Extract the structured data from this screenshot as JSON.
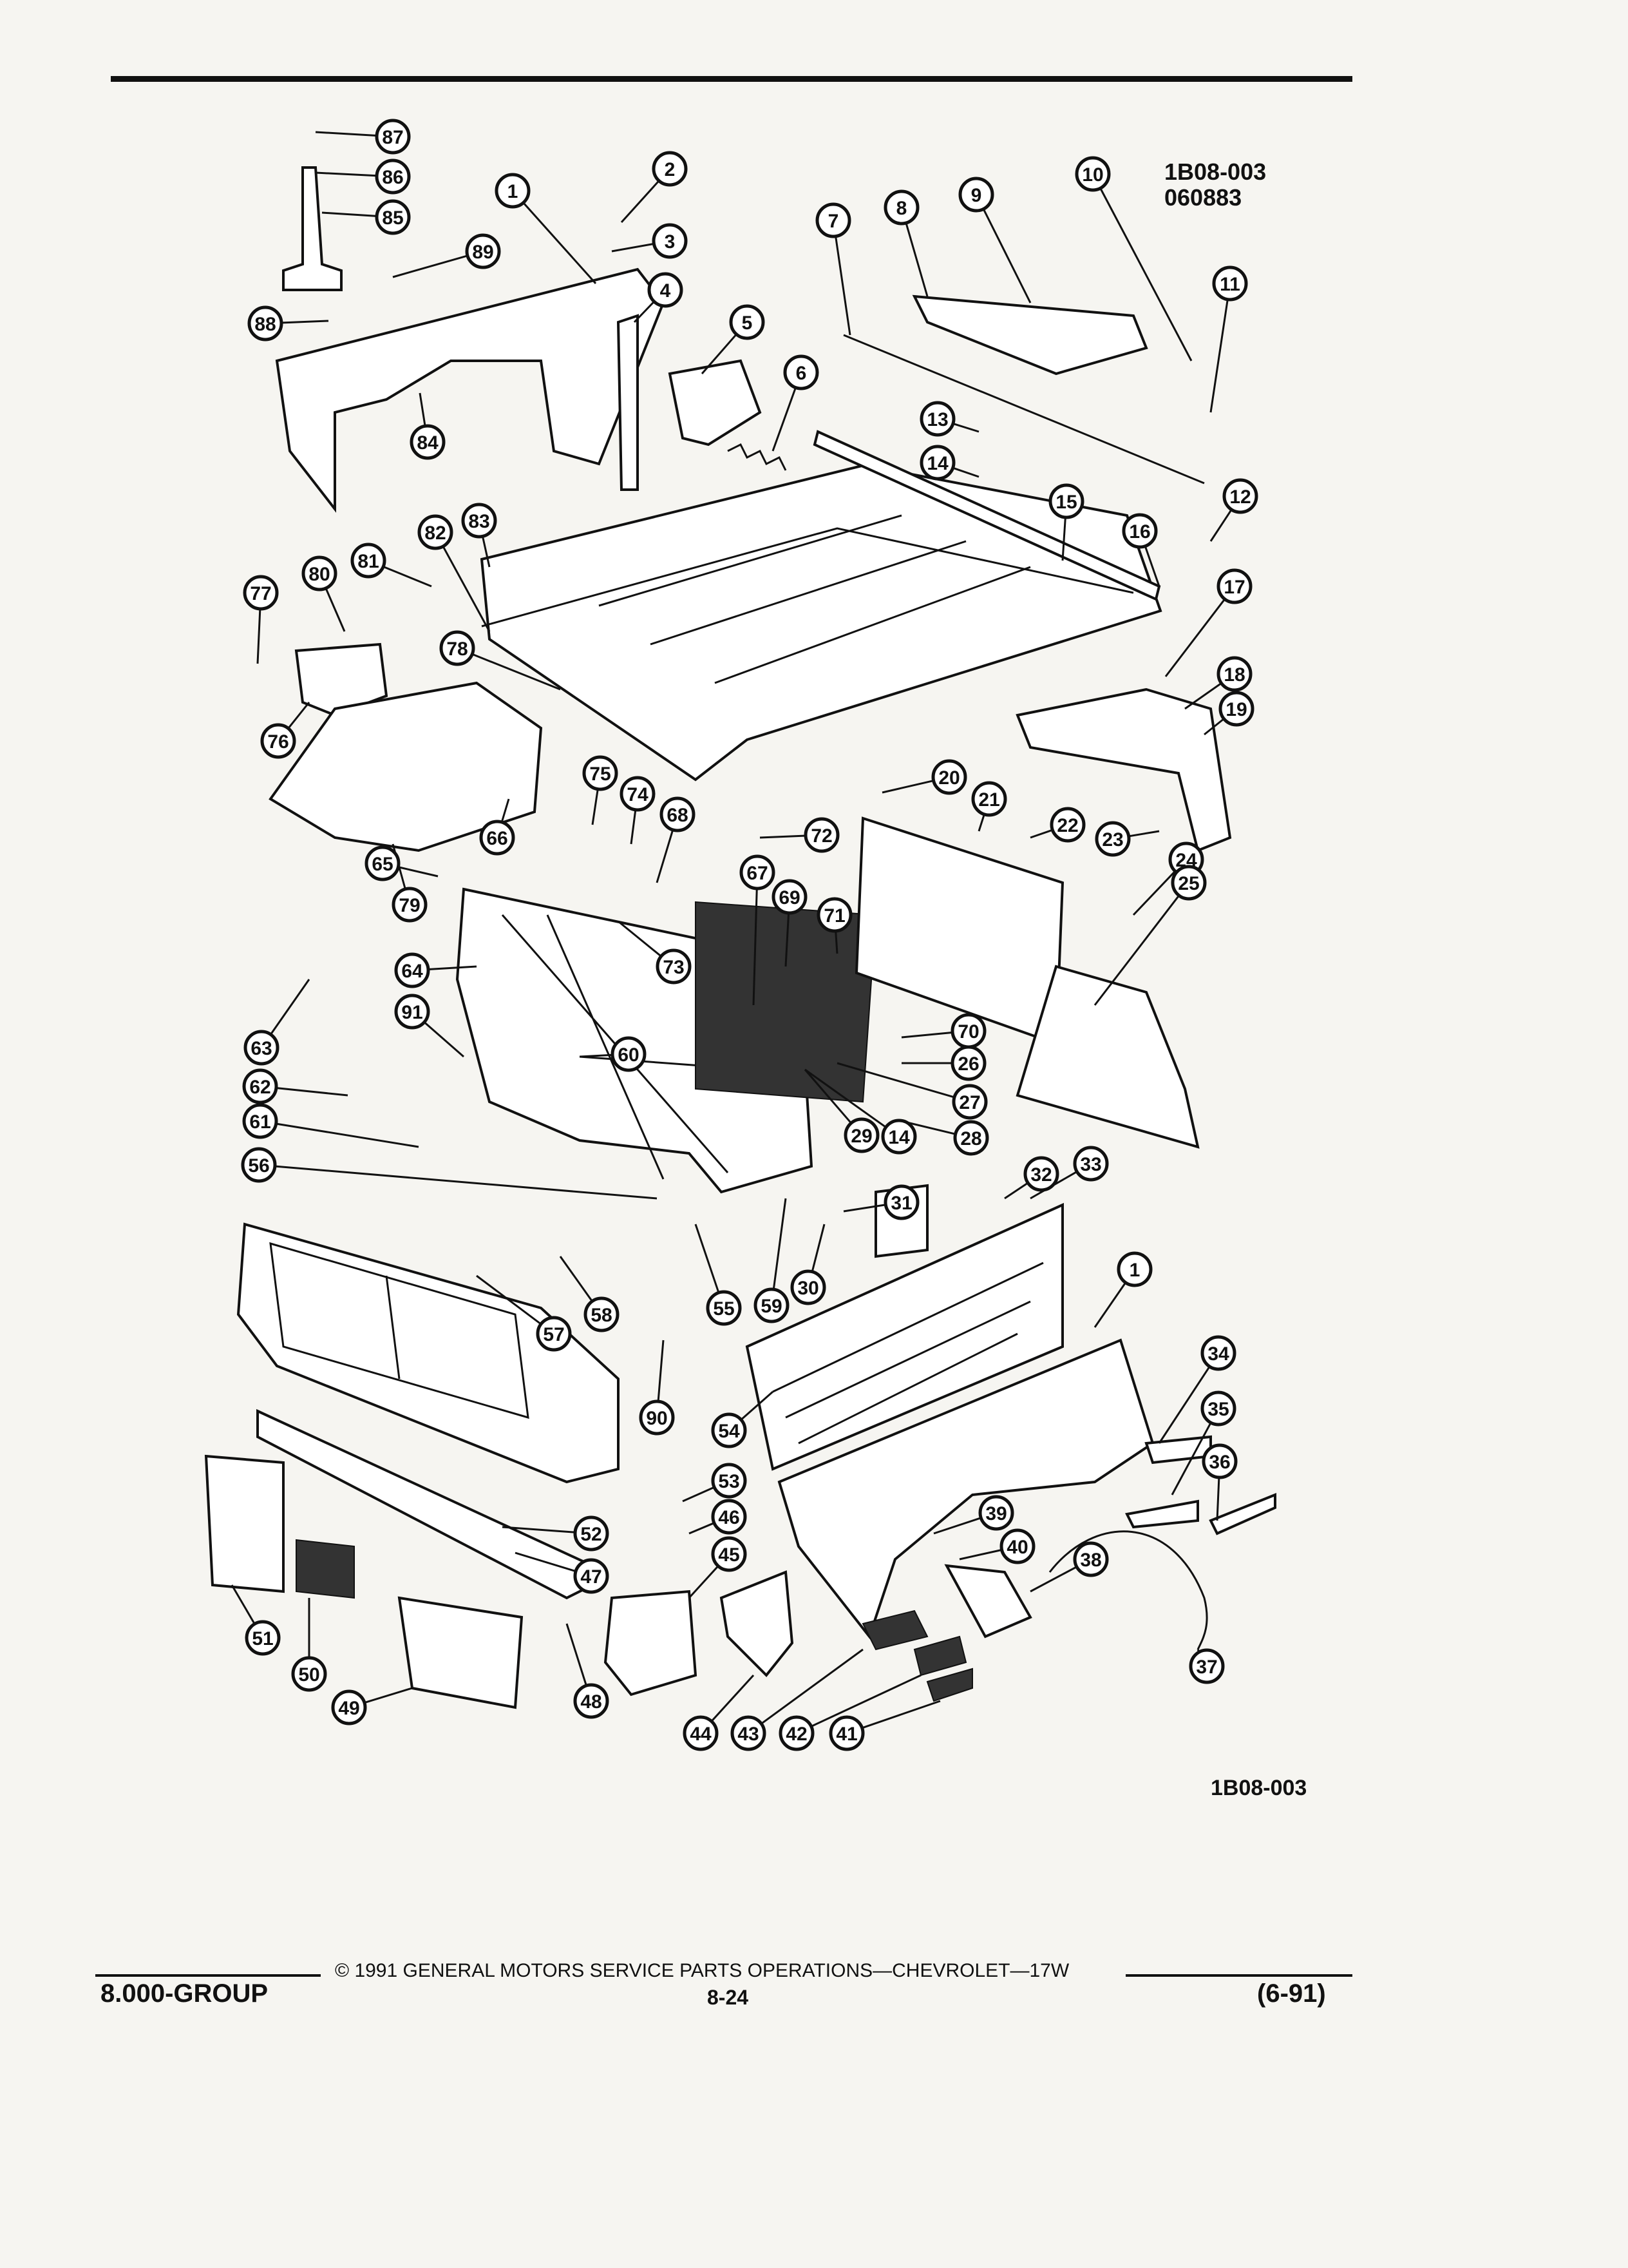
{
  "header": {
    "figure_id": "1B08-003",
    "figure_code": "060883"
  },
  "figure": {
    "footer_id": "1B08-003"
  },
  "footer": {
    "copyright": "© 1991 GENERAL MOTORS SERVICE PARTS OPERATIONS—CHEVROLET—17W",
    "group": "8.000-GROUP",
    "page": "8-24",
    "date": "(6-91)"
  },
  "callouts": [
    {
      "n": "87"
    },
    {
      "n": "86"
    },
    {
      "n": "85"
    },
    {
      "n": "89"
    },
    {
      "n": "88"
    },
    {
      "n": "84"
    },
    {
      "n": "1"
    },
    {
      "n": "2"
    },
    {
      "n": "3"
    },
    {
      "n": "4"
    },
    {
      "n": "5"
    },
    {
      "n": "6"
    },
    {
      "n": "7"
    },
    {
      "n": "8"
    },
    {
      "n": "9"
    },
    {
      "n": "10"
    },
    {
      "n": "11"
    },
    {
      "n": "12"
    },
    {
      "n": "13"
    },
    {
      "n": "14"
    },
    {
      "n": "15"
    },
    {
      "n": "16"
    },
    {
      "n": "17"
    },
    {
      "n": "18"
    },
    {
      "n": "19"
    },
    {
      "n": "83"
    },
    {
      "n": "82"
    },
    {
      "n": "81"
    },
    {
      "n": "80"
    },
    {
      "n": "77"
    },
    {
      "n": "76"
    },
    {
      "n": "78"
    },
    {
      "n": "79"
    },
    {
      "n": "66"
    },
    {
      "n": "75"
    },
    {
      "n": "74"
    },
    {
      "n": "68"
    },
    {
      "n": "65"
    },
    {
      "n": "73"
    },
    {
      "n": "67"
    },
    {
      "n": "69"
    },
    {
      "n": "71"
    },
    {
      "n": "72"
    },
    {
      "n": "20"
    },
    {
      "n": "21"
    },
    {
      "n": "22"
    },
    {
      "n": "23"
    },
    {
      "n": "24"
    },
    {
      "n": "25"
    },
    {
      "n": "64"
    },
    {
      "n": "63"
    },
    {
      "n": "91"
    },
    {
      "n": "60"
    },
    {
      "n": "62"
    },
    {
      "n": "61"
    },
    {
      "n": "70"
    },
    {
      "n": "26"
    },
    {
      "n": "27"
    },
    {
      "n": "28"
    },
    {
      "n": "14"
    },
    {
      "n": "29"
    },
    {
      "n": "56"
    },
    {
      "n": "31"
    },
    {
      "n": "32"
    },
    {
      "n": "33"
    },
    {
      "n": "55"
    },
    {
      "n": "59"
    },
    {
      "n": "30"
    },
    {
      "n": "57"
    },
    {
      "n": "58"
    },
    {
      "n": "1"
    },
    {
      "n": "90"
    },
    {
      "n": "54"
    },
    {
      "n": "34"
    },
    {
      "n": "35"
    },
    {
      "n": "36"
    },
    {
      "n": "53"
    },
    {
      "n": "46"
    },
    {
      "n": "45"
    },
    {
      "n": "52"
    },
    {
      "n": "47"
    },
    {
      "n": "39"
    },
    {
      "n": "40"
    },
    {
      "n": "38"
    },
    {
      "n": "51"
    },
    {
      "n": "50"
    },
    {
      "n": "48"
    },
    {
      "n": "49"
    },
    {
      "n": "44"
    },
    {
      "n": "43"
    },
    {
      "n": "42"
    },
    {
      "n": "41"
    },
    {
      "n": "37"
    }
  ]
}
